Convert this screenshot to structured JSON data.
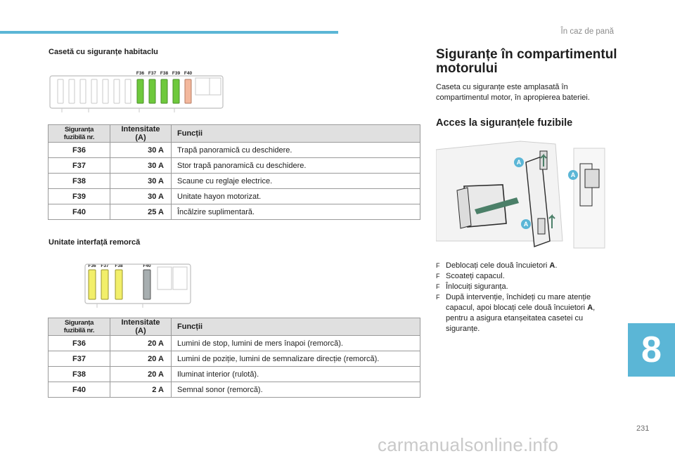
{
  "header": {
    "title": "În caz de pană"
  },
  "chapter": {
    "number": "8"
  },
  "page": {
    "number": "231"
  },
  "colors": {
    "accent": "#5bb6d6",
    "fuse_green": "#6ec93c",
    "fuse_orange": "#f3b89d",
    "fuse_yellow": "#f2ef6a",
    "fuse_grey": "#a7aeb0"
  },
  "cabin": {
    "heading": "Casetă cu siguranțe habitaclu",
    "diagram_labels": [
      "F36",
      "F37",
      "F38",
      "F39",
      "F40"
    ],
    "table": {
      "headers": [
        "Siguranța fuzibilă nr.",
        "Intensitate (A)",
        "Funcții"
      ],
      "rows": [
        {
          "fuse": "F36",
          "amp": "30 A",
          "func": "Trapă panoramică cu deschidere."
        },
        {
          "fuse": "F37",
          "amp": "30 A",
          "func": "Stor trapă panoramică cu deschidere."
        },
        {
          "fuse": "F38",
          "amp": "30 A",
          "func": "Scaune cu reglaje electrice."
        },
        {
          "fuse": "F39",
          "amp": "30 A",
          "func": "Unitate hayon motorizat."
        },
        {
          "fuse": "F40",
          "amp": "25 A",
          "func": "Încălzire suplimentară."
        }
      ]
    }
  },
  "trailer": {
    "heading": "Unitate interfață remorcă",
    "diagram_labels": [
      "F36",
      "F37",
      "F38",
      "F40"
    ],
    "table": {
      "headers": [
        "Siguranța fuzibilă nr.",
        "Intensitate (A)",
        "Funcții"
      ],
      "rows": [
        {
          "fuse": "F36",
          "amp": "20 A",
          "func": "Lumini de stop, lumini de mers înapoi (remorcă)."
        },
        {
          "fuse": "F37",
          "amp": "20 A",
          "func": "Lumini de poziție, lumini de semnalizare direcție (remorcă)."
        },
        {
          "fuse": "F38",
          "amp": "20 A",
          "func": "Iluminat interior (rulotă)."
        },
        {
          "fuse": "F40",
          "amp": "2 A",
          "func": "Semnal sonor (remorcă)."
        }
      ]
    }
  },
  "engine": {
    "title": "Siguranțe în compartimentul motorului",
    "intro": "Caseta cu siguranțe este amplasată în compartimentul motor, în apropierea bateriei.",
    "subtitle": "Acces la siguranțele fuzibile",
    "photo_marker": "A",
    "steps": [
      {
        "bullet": "F",
        "text": "Deblocați cele două încuietori ",
        "bold": "A",
        "after": "."
      },
      {
        "bullet": "F",
        "text": "Scoateți capacul.",
        "bold": "",
        "after": ""
      },
      {
        "bullet": "F",
        "text": "Înlocuiți siguranța.",
        "bold": "",
        "after": ""
      },
      {
        "bullet": "F",
        "text": "După intervenție, închideți cu mare atenție capacul, apoi blocați cele două încuietori ",
        "bold": "A",
        "after": ", pentru a asigura etanșeitatea casetei cu siguranțe."
      }
    ]
  },
  "watermark": "carmanualsonline.info"
}
